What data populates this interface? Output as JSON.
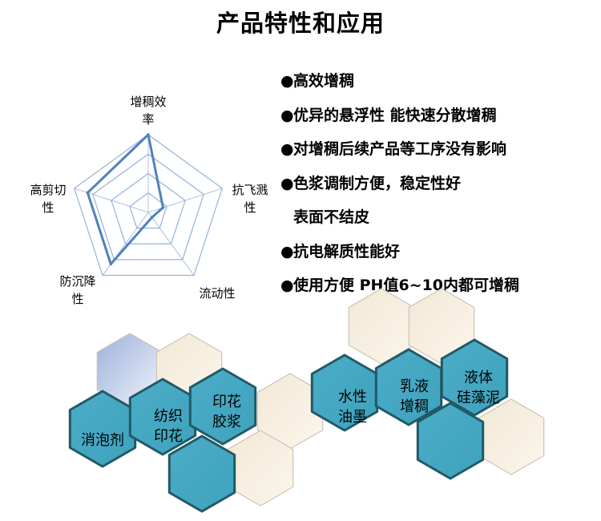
{
  "title": "产品特性和应用",
  "chart_data": {
    "type": "radar",
    "axes": [
      {
        "label": "增稠效\n率"
      },
      {
        "label": "抗飞溅\n性"
      },
      {
        "label": "流动性"
      },
      {
        "label": "防沉降\n性"
      },
      {
        "label": "高剪切\n性"
      }
    ],
    "values": [
      1.0,
      0.2,
      0.08,
      0.82,
      0.82
    ],
    "rlim": [
      0,
      1
    ],
    "rings": 4,
    "grid": true,
    "series_color": "#4f81bd",
    "grid_color": "#95b3d7"
  },
  "features": [
    {
      "bullet": "●",
      "text": "高效增稠"
    },
    {
      "bullet": "●",
      "text": "优异的悬浮性 能快速分散增稠"
    },
    {
      "bullet": "●",
      "text": "对增稠后续产品等工序没有影响"
    },
    {
      "bullet": "●",
      "text": "色浆调制方便，稳定性好"
    },
    {
      "bullet": "",
      "text": "表面不结皮"
    },
    {
      "bullet": "●",
      "text": "抗电解质性能好"
    },
    {
      "bullet": "●",
      "text": "使用方便 PH值6~10内都可增稠"
    }
  ],
  "applications": [
    {
      "label": "消泡剂"
    },
    {
      "label": "纺织\n印花"
    },
    {
      "label": "印花\n胶浆"
    },
    {
      "label": "水性\n油墨"
    },
    {
      "label": "乳液\n增稠"
    },
    {
      "label": "液体\n硅藻泥"
    }
  ],
  "colors": {
    "teal": "#4bacc6",
    "teal_border": "#215968",
    "tan": "#f2e8d5",
    "tan_border": "#c9c3b8",
    "blue_light": "#9bb1dc"
  }
}
